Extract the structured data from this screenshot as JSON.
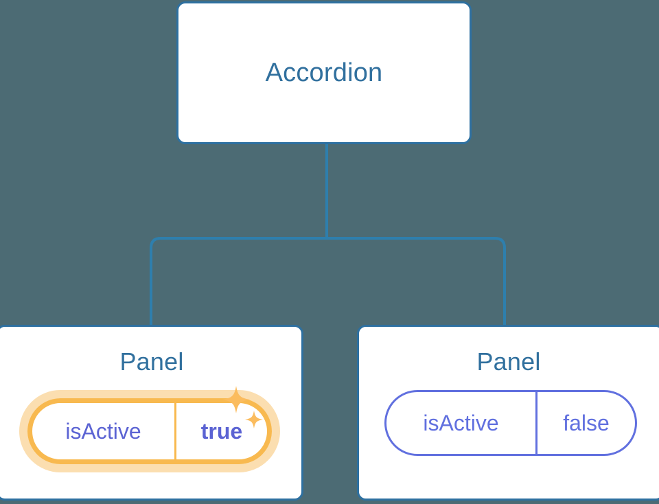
{
  "diagram": {
    "type": "component-tree",
    "background_color": "#4c6b74",
    "node_border_color": "#2e70a0",
    "node_title_color": "#31709e",
    "connector_color": "#2e7fad",
    "prop_color": "#6170df",
    "highlight_color": "#f8b94f",
    "highlight_glow_color": "#fbdeb0",
    "highlight_value_color": "#5b63d3"
  },
  "root": {
    "title": "Accordion"
  },
  "children": [
    {
      "title": "Panel",
      "highlighted": true,
      "prop": {
        "key": "isActive",
        "value": "true"
      },
      "sparkle_icon": "sparkles-icon"
    },
    {
      "title": "Panel",
      "highlighted": false,
      "prop": {
        "key": "isActive",
        "value": "false"
      }
    }
  ]
}
